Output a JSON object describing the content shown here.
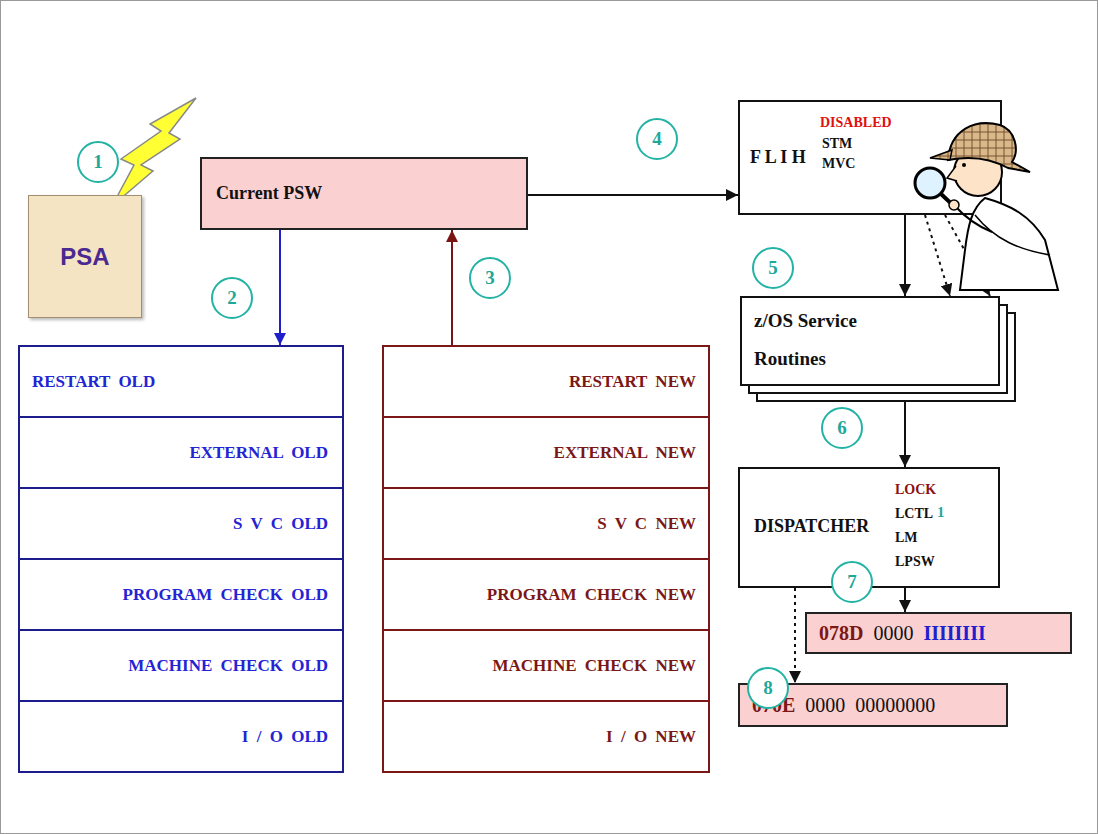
{
  "diagram": {
    "nodes": [
      {
        "text": [
          "PSA"
        ]
      },
      {
        "text": [
          "Current PSW"
        ]
      },
      {
        "text": [
          "F L I H",
          "DISABLED",
          "STM",
          "MVC"
        ]
      },
      {
        "text": [
          "z/OS Service Routines"
        ]
      },
      {
        "text": [
          "DISPATCHER",
          "LOCK",
          "LCTL",
          "1",
          "LM",
          "LPSW"
        ]
      },
      {
        "text": [
          "RESTART OLD"
        ]
      },
      {
        "text": [
          "EXTERNAL OLD"
        ]
      },
      {
        "text": [
          "S V C OLD"
        ]
      },
      {
        "text": [
          "PROGRAM CHECK OLD"
        ]
      },
      {
        "text": [
          "MACHINE CHECK OLD"
        ]
      },
      {
        "text": [
          "I / O OLD"
        ]
      },
      {
        "text": [
          "RESTART NEW"
        ]
      },
      {
        "text": [
          "EXTERNAL NEW"
        ]
      },
      {
        "text": [
          "S V C NEW"
        ]
      },
      {
        "text": [
          "PROGRAM CHECK NEW"
        ]
      },
      {
        "text": [
          "MACHINE CHECK NEW"
        ]
      },
      {
        "text": [
          "I / O NEW"
        ]
      },
      {
        "text": [
          "078D",
          "0000",
          "IIIIIIII"
        ]
      },
      {
        "text": [
          "070E",
          "0000",
          "00000000"
        ]
      }
    ],
    "edges": [
      {
        "from": 1,
        "to": 5,
        "arrow": "to"
      },
      {
        "from": 11,
        "to": 1,
        "arrow": "to"
      },
      {
        "from": 1,
        "to": 2,
        "arrow": "to"
      },
      {
        "from": 2,
        "to": 3,
        "arrow": "to"
      },
      {
        "from": 2,
        "to": 3,
        "arrow": "to"
      },
      {
        "from": 2,
        "to": 3,
        "arrow": "to"
      },
      {
        "from": 3,
        "to": 4,
        "arrow": "to"
      },
      {
        "from": 4,
        "to": 17,
        "arrow": "to"
      },
      {
        "from": 4,
        "to": 18,
        "arrow": "to"
      }
    ],
    "labels": [
      "1",
      "2",
      "3",
      "4",
      "5",
      "6",
      "7",
      "8"
    ]
  }
}
